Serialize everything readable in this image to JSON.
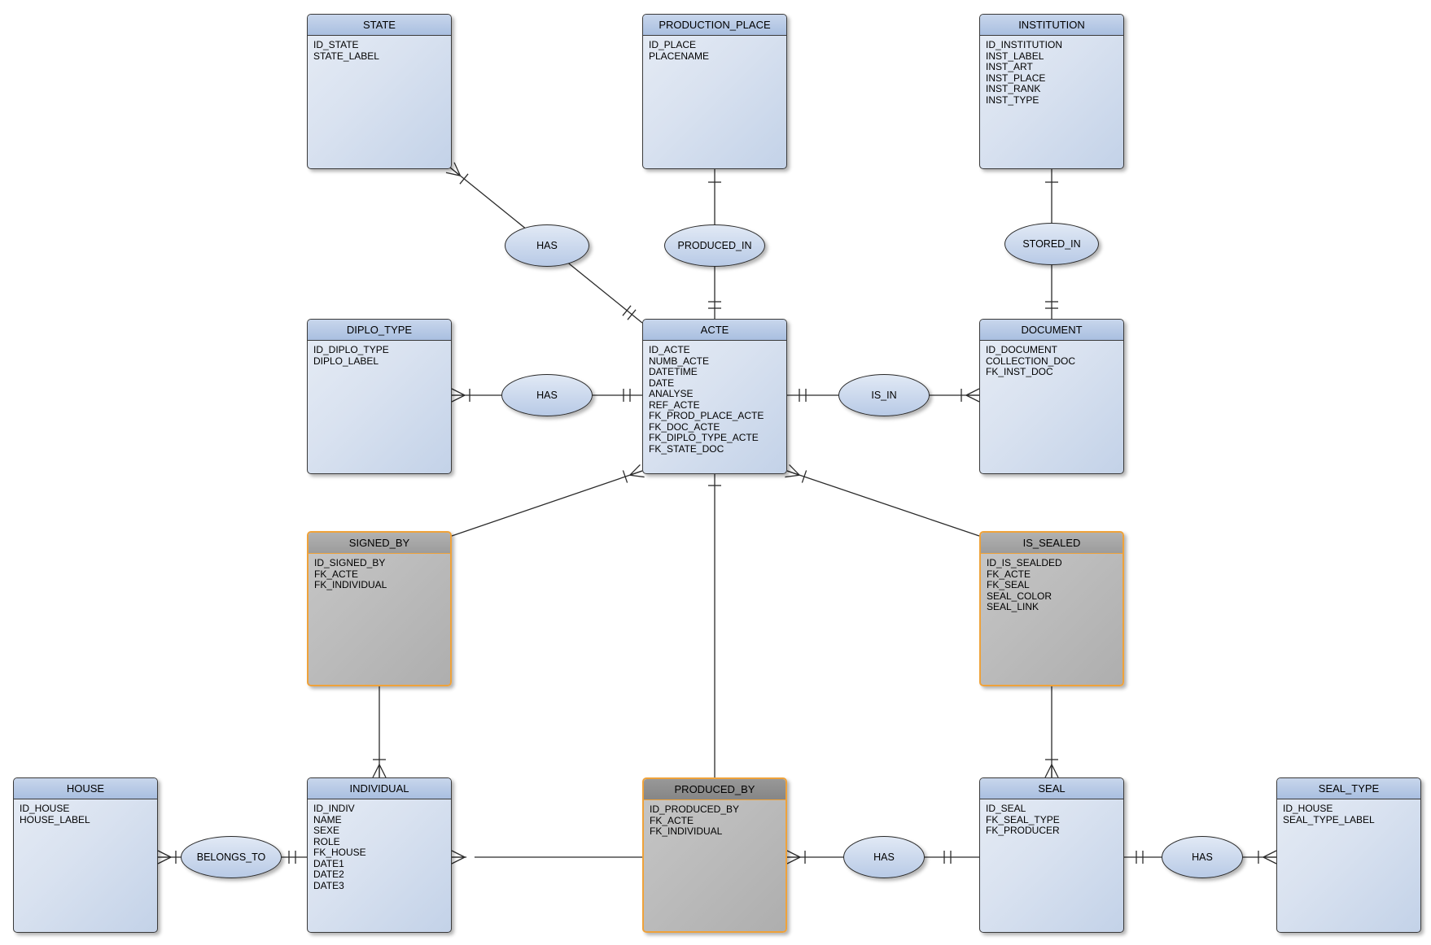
{
  "diagram": {
    "entities": {
      "state": {
        "title": "STATE",
        "attributes": [
          "ID_STATE",
          "STATE_LABEL"
        ]
      },
      "production_place": {
        "title": "PRODUCTION_PLACE",
        "attributes": [
          "ID_PLACE",
          "PLACENAME"
        ]
      },
      "institution": {
        "title": "INSTITUTION",
        "attributes": [
          "ID_INSTITUTION",
          "INST_LABEL",
          "INST_ART",
          "INST_PLACE",
          "INST_RANK",
          "INST_TYPE"
        ]
      },
      "diplo_type": {
        "title": "DIPLO_TYPE",
        "attributes": [
          "ID_DIPLO_TYPE",
          "DIPLO_LABEL"
        ]
      },
      "acte": {
        "title": "ACTE",
        "attributes": [
          "ID_ACTE",
          "NUMB_ACTE",
          "DATETIME",
          "DATE",
          "ANALYSE",
          "REF_ACTE",
          "FK_PROD_PLACE_ACTE",
          "FK_DOC_ACTE",
          "FK_DIPLO_TYPE_ACTE",
          "FK_STATE_DOC"
        ]
      },
      "document": {
        "title": "DOCUMENT",
        "attributes": [
          "ID_DOCUMENT",
          "COLLECTION_DOC",
          "FK_INST_DOC"
        ]
      },
      "signed_by": {
        "title": "SIGNED_BY",
        "attributes": [
          "ID_SIGNED_BY",
          "FK_ACTE",
          "FK_INDIVIDUAL"
        ]
      },
      "is_sealed": {
        "title": "IS_SEALED",
        "attributes": [
          "ID_IS_SEALDED",
          "FK_ACTE",
          "FK_SEAL",
          "SEAL_COLOR",
          "SEAL_LINK"
        ]
      },
      "house": {
        "title": "HOUSE",
        "attributes": [
          "ID_HOUSE",
          "HOUSE_LABEL"
        ]
      },
      "individual": {
        "title": "INDIVIDUAL",
        "attributes": [
          "ID_INDIV",
          "NAME",
          "SEXE",
          "ROLE",
          "FK_HOUSE",
          "DATE1",
          "DATE2",
          "DATE3"
        ]
      },
      "produced_by": {
        "title": "PRODUCED_BY",
        "attributes": [
          "ID_PRODUCED_BY",
          "FK_ACTE",
          "FK_INDIVIDUAL"
        ]
      },
      "seal": {
        "title": "SEAL",
        "attributes": [
          "ID_SEAL",
          "FK_SEAL_TYPE",
          "FK_PRODUCER"
        ]
      },
      "seal_type": {
        "title": "SEAL_TYPE",
        "attributes": [
          "ID_HOUSE",
          "SEAL_TYPE_LABEL"
        ]
      }
    },
    "relationships": {
      "has_state_acte": {
        "label": "HAS"
      },
      "produced_in": {
        "label": "PRODUCED_IN"
      },
      "stored_in": {
        "label": "STORED_IN"
      },
      "has_diplo_acte": {
        "label": "HAS"
      },
      "is_in": {
        "label": "IS_IN"
      },
      "belongs_to": {
        "label": "BELONGS_TO"
      },
      "has_produced_seal": {
        "label": "HAS"
      },
      "has_seal_type": {
        "label": "HAS"
      }
    },
    "colors": {
      "entity_header_blue": "#b0c4e2",
      "entity_body_blue": "#d3dff0",
      "entity_border": "#3a3a3a",
      "assoc_header_gray": "#a6a6a6",
      "assoc_header_dark_gray": "#8f8f8f",
      "assoc_body_gray": "#b8b8b8",
      "assoc_border_orange": "#efa23a",
      "oval_fill": "#c9d7ec",
      "line": "#2b2b2b"
    }
  }
}
